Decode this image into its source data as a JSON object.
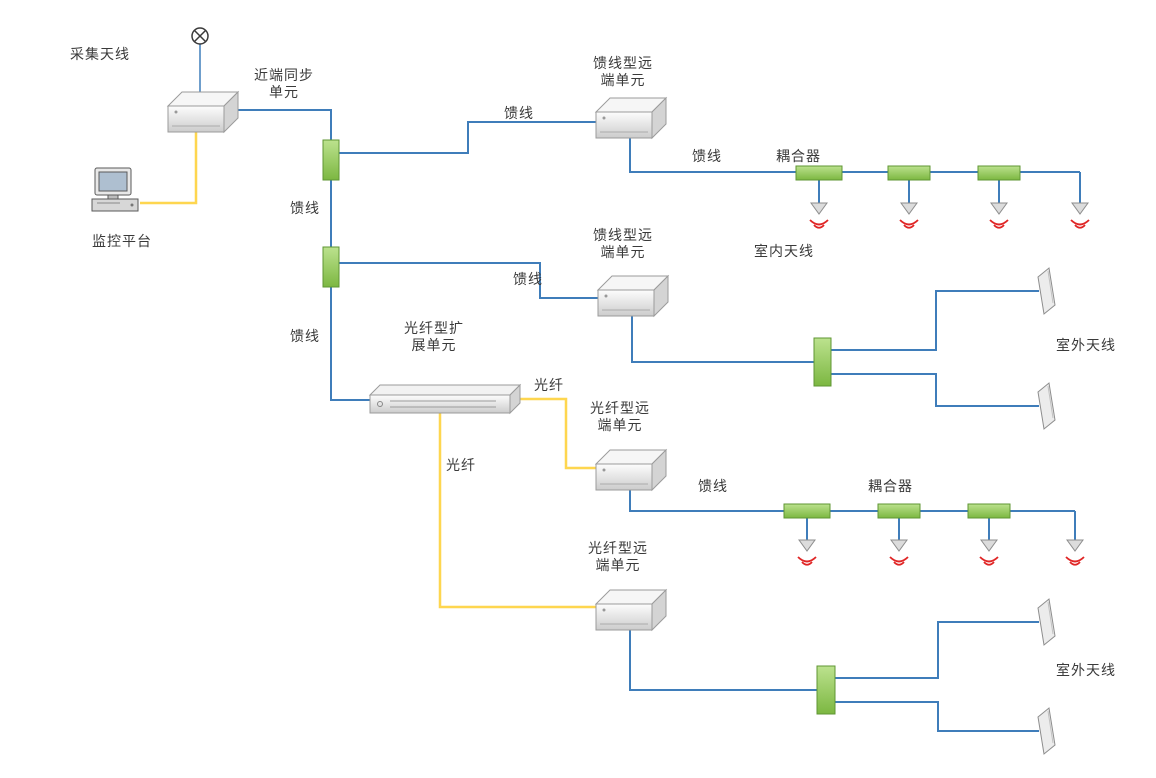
{
  "diagram": {
    "type": "distributed-antenna-system-topology",
    "colors": {
      "feeder_line_blue": "#3f7dba",
      "fiber_line_yellow": "#fed64f",
      "coupler_green": "#92d050",
      "signal_red": "#e02525"
    },
    "labels": {
      "collect_antenna": "采集天线",
      "near_end_sync_unit": "近端同步\n单元",
      "monitor_platform": "监控平台",
      "feeder": "馈线",
      "fiber": "光纤",
      "coupler": "耦合器",
      "indoor_antenna": "室内天线",
      "outdoor_antenna": "室外天线",
      "remote_unit_feeder": "馈线型远\n端单元",
      "remote_unit_fiber": "光纤型远\n端单元",
      "fiber_expansion_unit": "光纤型扩\n展单元"
    }
  }
}
